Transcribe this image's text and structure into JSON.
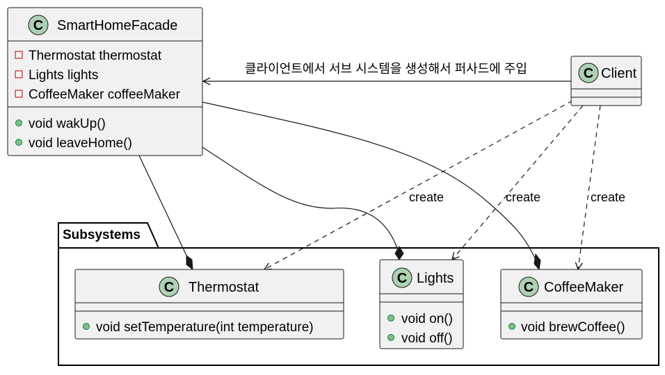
{
  "package": {
    "name": "Subsystems"
  },
  "classes": {
    "facade": {
      "stereotype": "C",
      "name": "SmartHomeFacade",
      "fields": [
        "Thermostat thermostat",
        "Lights lights",
        "CoffeeMaker coffeeMaker"
      ],
      "field_visibility": "private",
      "methods": [
        "void wakUp()",
        "void leaveHome()"
      ],
      "method_visibility": "public"
    },
    "client": {
      "stereotype": "C",
      "name": "Client",
      "fields": [],
      "methods": []
    },
    "thermostat": {
      "stereotype": "C",
      "name": "Thermostat",
      "fields": [],
      "methods": [
        "void setTemperature(int temperature)"
      ],
      "method_visibility": "public"
    },
    "lights": {
      "stereotype": "C",
      "name": "Lights",
      "fields": [],
      "methods": [
        "void on()",
        "void off()"
      ],
      "method_visibility": "public"
    },
    "coffee": {
      "stereotype": "C",
      "name": "CoffeeMaker",
      "fields": [],
      "methods": [
        "void brewCoffee()"
      ],
      "method_visibility": "public"
    }
  },
  "relations": [
    {
      "from": "Client",
      "to": "SmartHomeFacade",
      "kind": "association",
      "label": "클라이언트에서 서브 시스템을 생성해서 퍼사드에 주입"
    },
    {
      "from": "Client",
      "to": "Thermostat",
      "kind": "dependency",
      "label": "create"
    },
    {
      "from": "Client",
      "to": "Lights",
      "kind": "dependency",
      "label": "create"
    },
    {
      "from": "Client",
      "to": "CoffeeMaker",
      "kind": "dependency",
      "label": "create"
    },
    {
      "from": "SmartHomeFacade",
      "to": "Thermostat",
      "kind": "composition",
      "label": ""
    },
    {
      "from": "SmartHomeFacade",
      "to": "Lights",
      "kind": "composition",
      "label": ""
    },
    {
      "from": "SmartHomeFacade",
      "to": "CoffeeMaker",
      "kind": "composition",
      "label": ""
    }
  ],
  "colors": {
    "class_fill": "#f1f1f1",
    "class_badge": "#add1b2",
    "border": "#181818",
    "private_marker": "#c82930",
    "public_marker": "#84be84",
    "public_marker_stroke": "#038048"
  }
}
